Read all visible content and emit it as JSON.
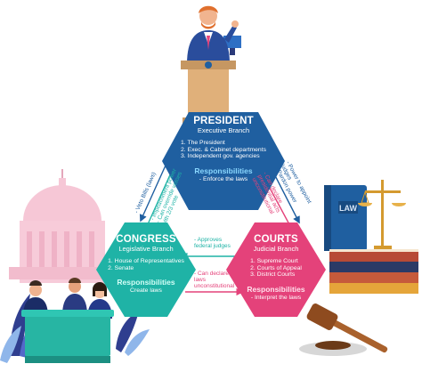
{
  "president": {
    "title": "PRESIDENT",
    "subtitle": "Executive Branch",
    "items": [
      "1. The President",
      "2. Exec. & Cabinet departments",
      "3. Independent gov. agencies"
    ],
    "resp_title": "Responsibilities",
    "resp_item": "- Enforce the laws"
  },
  "congress": {
    "title": "CONGRESS",
    "subtitle": "Legislative Branch",
    "items": [
      "1. House of Representatives",
      "2. Senate"
    ],
    "resp_title": "Responsibilities",
    "resp_item": "Create laws"
  },
  "courts": {
    "title": "COURTS",
    "subtitle": "Judicial Branch",
    "items": [
      "1. Supreme Court",
      "2. Courts of Appeal",
      "3. District Courts"
    ],
    "resp_title": "Responsibilities",
    "resp_item": "- Interpret the laws"
  },
  "edges": {
    "veto_bills": "- Veto Bills (laws)",
    "impeachment": [
      "- Impeachment power",
      "- Can override vetoes",
      "with 2/3 vote"
    ],
    "appoint_judges": [
      "- Power to appoint",
      "judges",
      "- Pardon power"
    ],
    "declare_exec": [
      "- Can declare",
      "presidential acts",
      "unconstitutional"
    ],
    "approve_judges": [
      "- Approves",
      "federal judges"
    ],
    "declare_laws": [
      "- Can declare",
      "laws",
      "unconstitutional"
    ]
  },
  "illustrations": {
    "book_label": "LAW"
  },
  "colors": {
    "president": "#1f5fa0",
    "congress": "#1fb3a6",
    "courts": "#e4427a",
    "edge_blue": "#1f5fa0",
    "edge_teal": "#1fb3a6",
    "edge_pink": "#e4427a"
  }
}
